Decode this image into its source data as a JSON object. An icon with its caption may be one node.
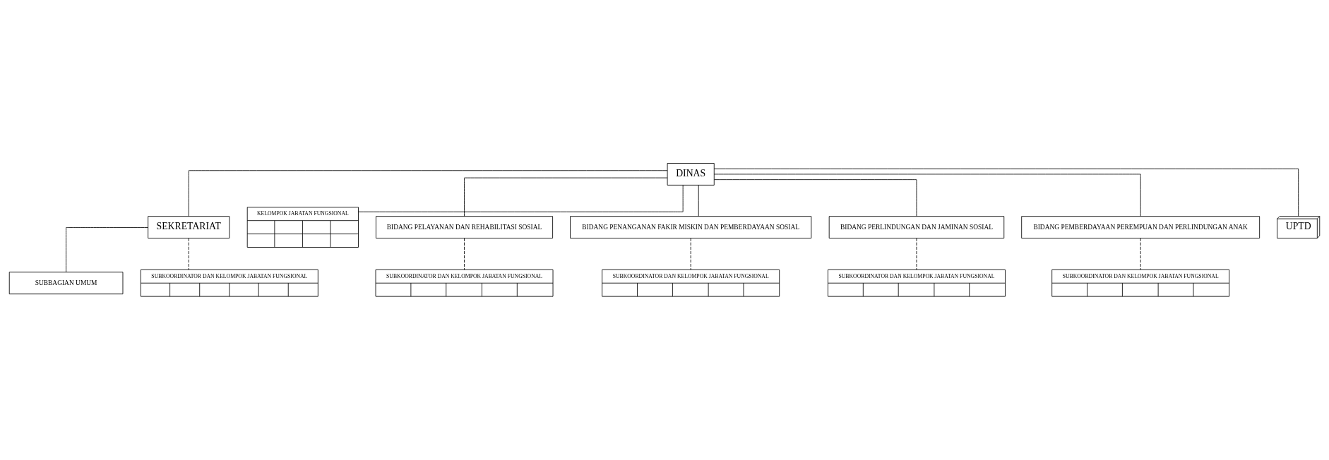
{
  "diagram": {
    "nodes": [
      {
        "text": [
          "DINAS"
        ]
      },
      {
        "text": [
          "SEKRETARIAT"
        ]
      },
      {
        "text": [
          "KELOMPOK JABATAN FUNGSIONAL"
        ]
      },
      {
        "text": [
          "SUBBAGIAN UMUM"
        ]
      },
      {
        "text": [
          "SUBKOORDINATOR DAN KELOMPOK JABATAN FUNGSIONAL"
        ]
      },
      {
        "text": [
          "BIDANG PELAYANAN DAN REHABILITASI SOSIAL"
        ]
      },
      {
        "text": [
          "BIDANG PENANGANAN FAKIR MISKIN DAN PEMBERDAYAAN SOSIAL"
        ]
      },
      {
        "text": [
          "BIDANG PERLINDUNGAN DAN JAMINAN SOSIAL"
        ]
      },
      {
        "text": [
          "BIDANG PEMBERDAYAAN PEREMPUAN DAN PERLINDUNGAN ANAK"
        ]
      },
      {
        "text": [
          "SUBKOORDINATOR DAN KELOMPOK JABATAN FUNGSIONAL"
        ]
      },
      {
        "text": [
          "SUBKOORDINATOR DAN KELOMPOK JABATAN FUNGSIONAL"
        ]
      },
      {
        "text": [
          "SUBKOORDINATOR DAN KELOMPOK JABATAN FUNGSIONAL"
        ]
      },
      {
        "text": [
          "SUBKOORDINATOR DAN KELOMPOK JABATAN FUNGSIONAL"
        ]
      },
      {
        "text": [
          "UPTD"
        ]
      }
    ],
    "edges": [
      {
        "from": 0,
        "to": 1,
        "arrow": "none"
      },
      {
        "from": 0,
        "to": 2,
        "arrow": "none"
      },
      {
        "from": 1,
        "to": 3,
        "arrow": "none"
      },
      {
        "from": 1,
        "to": 4,
        "arrow": "none",
        "style": "dashed"
      },
      {
        "from": 0,
        "to": 5,
        "arrow": "none"
      },
      {
        "from": 0,
        "to": 6,
        "arrow": "none"
      },
      {
        "from": 0,
        "to": 7,
        "arrow": "none"
      },
      {
        "from": 0,
        "to": 8,
        "arrow": "none"
      },
      {
        "from": 5,
        "to": 9,
        "arrow": "none",
        "style": "dashed"
      },
      {
        "from": 6,
        "to": 10,
        "arrow": "none",
        "style": "dashed"
      },
      {
        "from": 7,
        "to": 11,
        "arrow": "none",
        "style": "dashed"
      },
      {
        "from": 8,
        "to": 12,
        "arrow": "none",
        "style": "dashed"
      },
      {
        "from": 0,
        "to": 13,
        "arrow": "none"
      }
    ]
  }
}
